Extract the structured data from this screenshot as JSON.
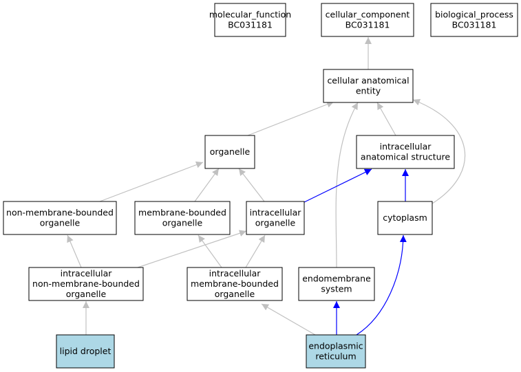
{
  "colors": {
    "default_edge": "#c0c0c0",
    "highlight_edge": "#0000ff",
    "highlight_fill": "#add8e6",
    "default_fill": "#ffffff"
  },
  "nodes": {
    "molecular_function": {
      "lines": [
        "molecular_function",
        "BC031181"
      ],
      "highlighted": false
    },
    "cellular_component": {
      "lines": [
        "cellular_component",
        "BC031181"
      ],
      "highlighted": false
    },
    "biological_process": {
      "lines": [
        "biological_process",
        "BC031181"
      ],
      "highlighted": false
    },
    "cellular_anatomical_entity": {
      "lines": [
        "cellular anatomical",
        "entity"
      ],
      "highlighted": false
    },
    "organelle": {
      "lines": [
        "organelle"
      ],
      "highlighted": false
    },
    "intracellular_anatomical_structure": {
      "lines": [
        "intracellular",
        "anatomical structure"
      ],
      "highlighted": false
    },
    "non_membrane_bounded_organelle": {
      "lines": [
        "non-membrane-bounded",
        "organelle"
      ],
      "highlighted": false
    },
    "membrane_bounded_organelle": {
      "lines": [
        "membrane-bounded",
        "organelle"
      ],
      "highlighted": false
    },
    "intracellular_organelle": {
      "lines": [
        "intracellular",
        "organelle"
      ],
      "highlighted": false
    },
    "cytoplasm": {
      "lines": [
        "cytoplasm"
      ],
      "highlighted": false
    },
    "intracellular_non_membrane_bounded_organelle": {
      "lines": [
        "intracellular",
        "non-membrane-bounded",
        "organelle"
      ],
      "highlighted": false
    },
    "intracellular_membrane_bounded_organelle": {
      "lines": [
        "intracellular",
        "membrane-bounded",
        "organelle"
      ],
      "highlighted": false
    },
    "endomembrane_system": {
      "lines": [
        "endomembrane",
        "system"
      ],
      "highlighted": false
    },
    "lipid_droplet": {
      "lines": [
        "lipid droplet"
      ],
      "highlighted": true
    },
    "endoplasmic_reticulum": {
      "lines": [
        "endoplasmic",
        "reticulum"
      ],
      "highlighted": true
    }
  },
  "edges": [
    {
      "from": "cellular_anatomical_entity",
      "to": "cellular_component",
      "highlight": false
    },
    {
      "from": "organelle",
      "to": "cellular_anatomical_entity",
      "highlight": false
    },
    {
      "from": "intracellular_anatomical_structure",
      "to": "cellular_anatomical_entity",
      "highlight": false
    },
    {
      "from": "endomembrane_system",
      "to": "cellular_anatomical_entity",
      "highlight": false
    },
    {
      "from": "cytoplasm",
      "to": "cellular_anatomical_entity",
      "highlight": false
    },
    {
      "from": "non_membrane_bounded_organelle",
      "to": "organelle",
      "highlight": false
    },
    {
      "from": "membrane_bounded_organelle",
      "to": "organelle",
      "highlight": false
    },
    {
      "from": "intracellular_organelle",
      "to": "organelle",
      "highlight": false
    },
    {
      "from": "intracellular_organelle",
      "to": "intracellular_anatomical_structure",
      "highlight": true
    },
    {
      "from": "cytoplasm",
      "to": "intracellular_anatomical_structure",
      "highlight": true
    },
    {
      "from": "intracellular_non_membrane_bounded_organelle",
      "to": "non_membrane_bounded_organelle",
      "highlight": false
    },
    {
      "from": "intracellular_non_membrane_bounded_organelle",
      "to": "intracellular_organelle",
      "highlight": false
    },
    {
      "from": "intracellular_membrane_bounded_organelle",
      "to": "membrane_bounded_organelle",
      "highlight": false
    },
    {
      "from": "intracellular_membrane_bounded_organelle",
      "to": "intracellular_organelle",
      "highlight": false
    },
    {
      "from": "lipid_droplet",
      "to": "intracellular_non_membrane_bounded_organelle",
      "highlight": false
    },
    {
      "from": "endoplasmic_reticulum",
      "to": "intracellular_membrane_bounded_organelle",
      "highlight": false
    },
    {
      "from": "endoplasmic_reticulum",
      "to": "endomembrane_system",
      "highlight": true
    },
    {
      "from": "endoplasmic_reticulum",
      "to": "cytoplasm",
      "highlight": true
    }
  ]
}
